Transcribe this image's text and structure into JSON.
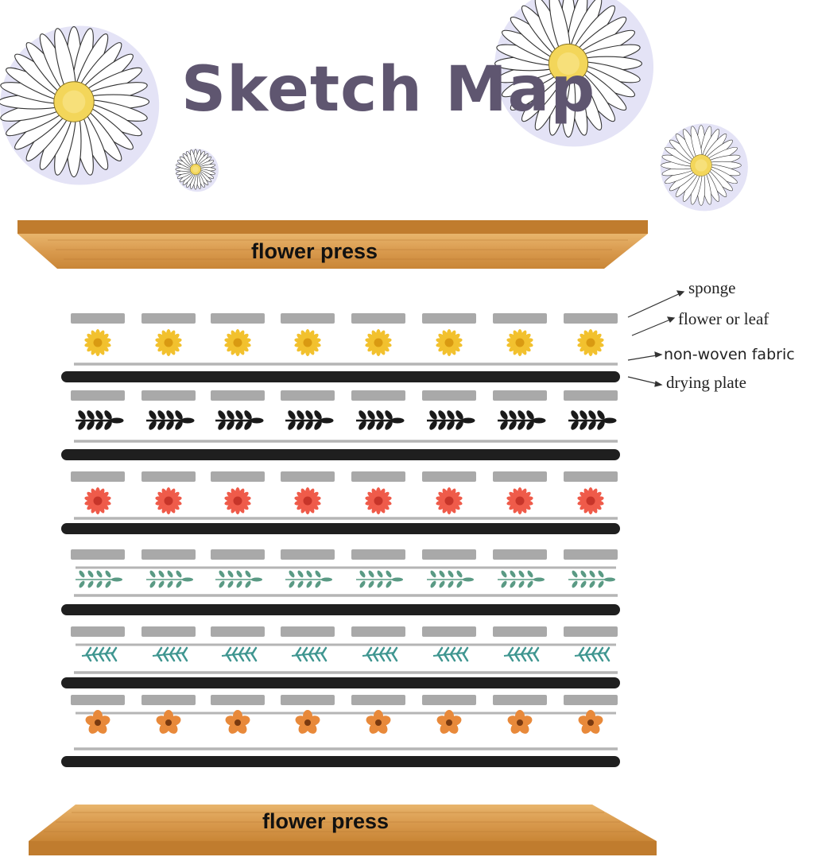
{
  "title": "Sketch Map",
  "press": {
    "top_label": "flower press",
    "bottom_label": "flower press"
  },
  "legend": {
    "sponge": "sponge",
    "flower_or_leaf": "flower or leaf",
    "non_woven_fabric": "non-woven fabric",
    "drying_plate": "drying plate"
  },
  "layers": [
    {
      "item": "yellow-daisy-icon",
      "color": "#f2c12e"
    },
    {
      "item": "black-leaf-sprig-icon",
      "color": "#1a1a1a"
    },
    {
      "item": "red-daisy-icon",
      "color": "#ef5b4a"
    },
    {
      "item": "green-leaf-sprig-icon",
      "color": "#5a9a84"
    },
    {
      "item": "teal-fern-icon",
      "color": "#3f9690"
    },
    {
      "item": "orange-flower-icon",
      "color": "#e8893a"
    }
  ],
  "colors": {
    "title": "#5f5670",
    "wood": "#d99a4e",
    "sponge": "#a9a9a9",
    "fabric": "#b5b5b5",
    "plate": "#1f1f1f"
  }
}
